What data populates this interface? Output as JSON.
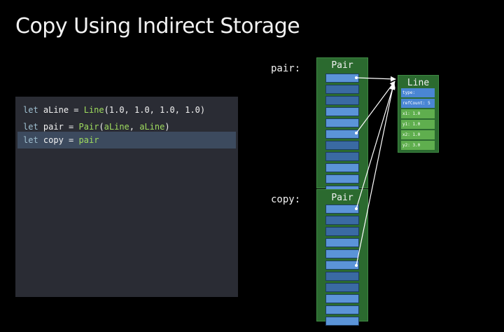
{
  "title": "Copy Using Indirect Storage",
  "code": [
    {
      "kw": "let",
      "name": "aLine",
      "eq": " = ",
      "type": "Line",
      "args": "(1.0, 1.0, 1.0, 1.0)"
    },
    {
      "kw": "let",
      "name": "pair",
      "eq": " = ",
      "type": "Pair",
      "args_open": "(",
      "arg1": "aLine",
      "sep": ", ",
      "arg2": "aLine",
      "args_close": ")"
    },
    {
      "kw": "let",
      "name": "copy",
      "eq": " = ",
      "value": "pair"
    }
  ],
  "labels": {
    "pair": "pair:",
    "copy": "copy:"
  },
  "pair_box_title": "Pair",
  "copy_box_title": "Pair",
  "line_box": {
    "title": "Line",
    "fields": [
      "type:",
      "refCount: 5",
      "x1: 1.0",
      "y1: 1.0",
      "x2: 1.0",
      "y2: 3.0"
    ]
  },
  "colors": {
    "background": "#000000",
    "code_panel": "#2a2c34",
    "highlight_line": "#3c4a5e",
    "keyword": "#9fbfd0",
    "type_name": "#9fdc5e",
    "box_green": "#2b6a2f",
    "cell_light_blue": "#5b94d8",
    "cell_dark_blue": "#3a6aa3",
    "field_blue": "#4a86d4",
    "field_green": "#5fae4e"
  }
}
